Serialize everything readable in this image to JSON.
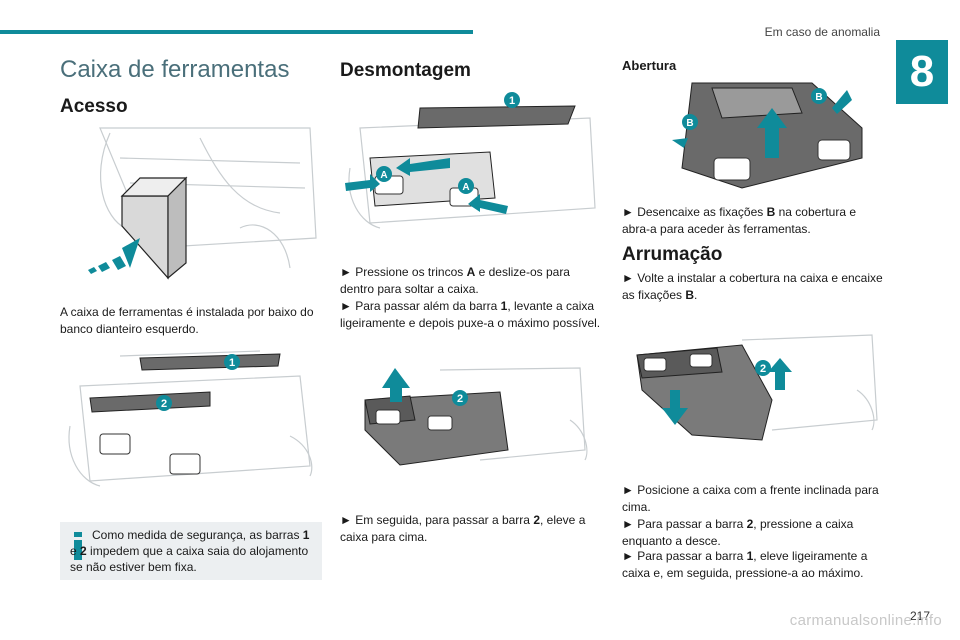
{
  "header": {
    "section": "Em caso de anomalia",
    "chapter": "8",
    "page": "217"
  },
  "col1": {
    "title": "Caixa de ferramentas",
    "subtitle": "Acesso",
    "caption1": "A caixa de ferramentas é instalada por baixo do banco dianteiro esquerdo.",
    "note_parts": [
      "Como medida de segurança, as barras ",
      "1",
      " e ",
      "2",
      " impedem que a caixa saia do alojamento se não estiver bem fixa."
    ]
  },
  "col2": {
    "title": "Desmontagem",
    "p1": [
      "► Pressione os trincos ",
      "A",
      " e deslize-os para dentro para soltar a caixa."
    ],
    "p2": [
      "► Para passar além da barra ",
      "1",
      ", levante a caixa ligeiramente e depois puxe-a o máximo possível."
    ],
    "p3": [
      "► Em seguida, para passar a barra ",
      "2",
      ", eleve a caixa para cima."
    ]
  },
  "col3": {
    "h_open": "Abertura",
    "p1": [
      "► Desencaixe as fixações ",
      "B",
      " na cobertura e abra-a para aceder às ferramentas."
    ],
    "h_store": "Arrumação",
    "p2": [
      "► Volte a instalar a cobertura na caixa e encaixe as fixações ",
      "B",
      "."
    ],
    "p3": [
      "► Posicione a caixa com a frente inclinada para cima."
    ],
    "p4": [
      "► Para passar a barra ",
      "2",
      ", pressione a caixa enquanto a desce."
    ],
    "p5": [
      "► Para passar a barra ",
      "1",
      ", eleve ligeiramente a caixa e, em seguida, pressione-a ao máximo."
    ]
  },
  "callouts": {
    "one": "1",
    "two": "2",
    "a": "A",
    "b": "B"
  },
  "colors": {
    "accent": "#0f8b9a",
    "title": "#4a6f7a",
    "note_bg": "#eceff1"
  },
  "watermark": "carmanualsonline.info"
}
